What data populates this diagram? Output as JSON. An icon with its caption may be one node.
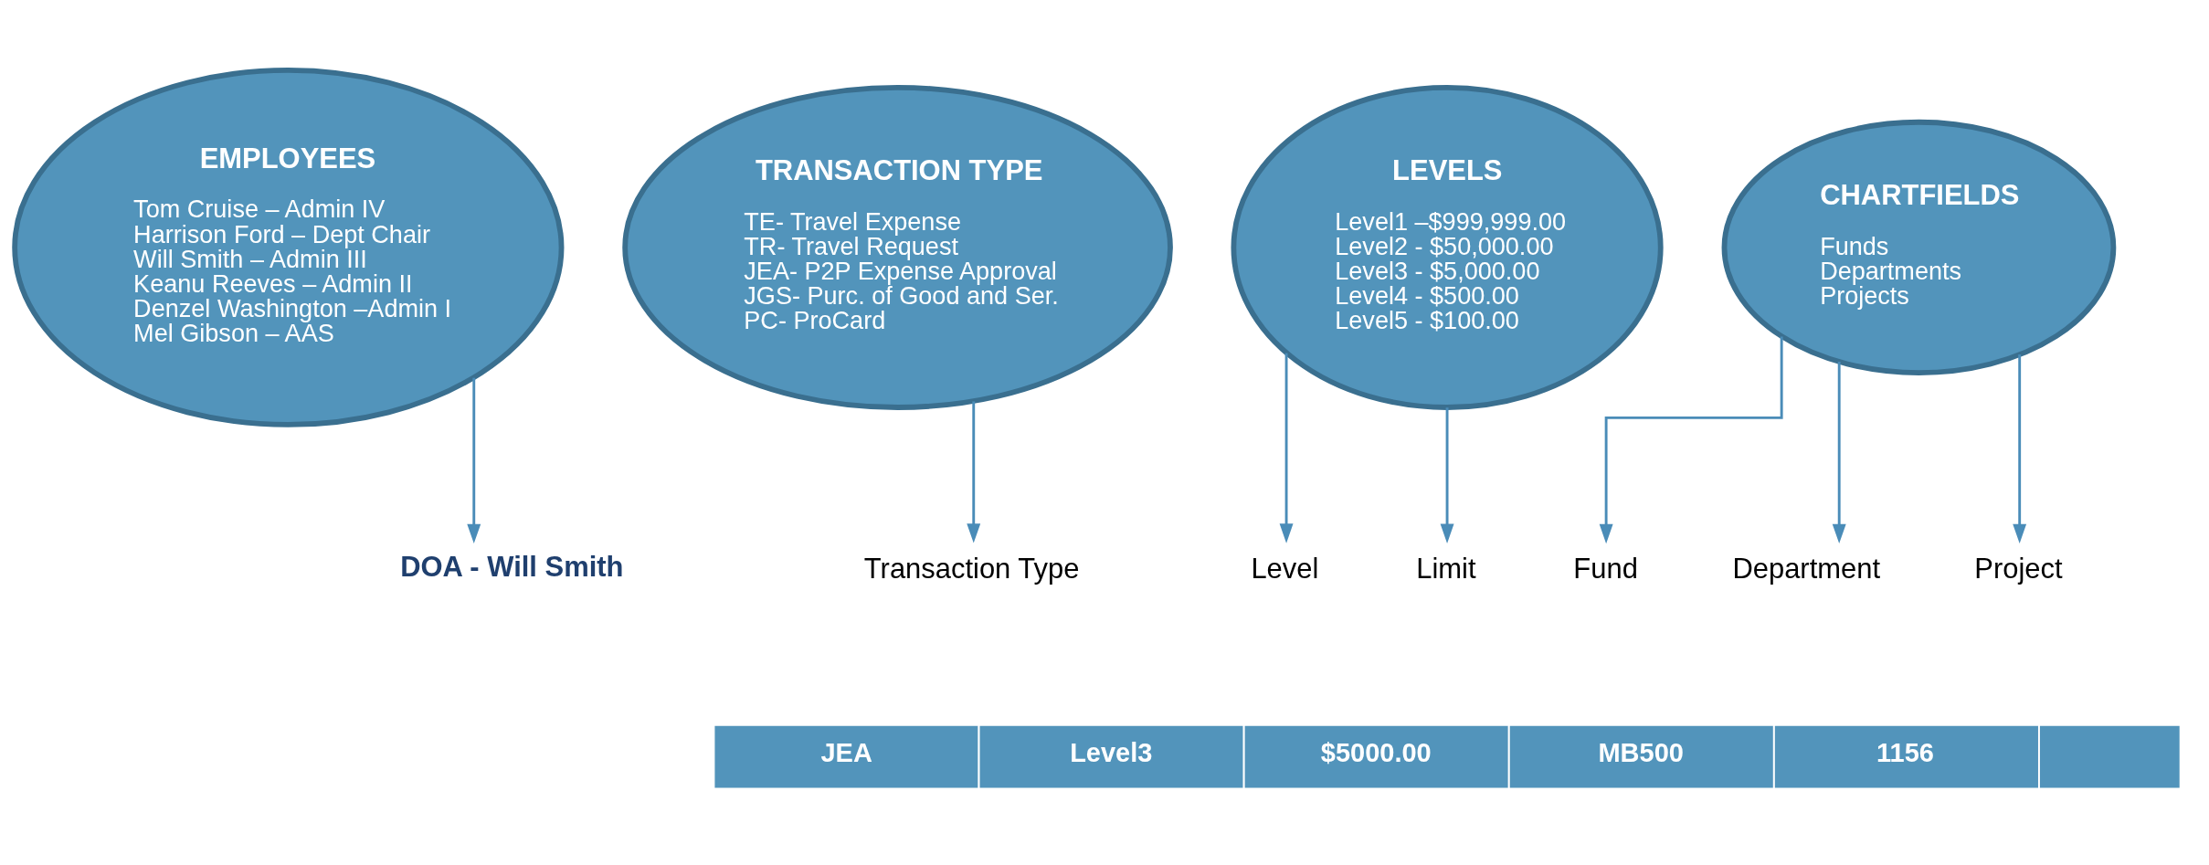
{
  "diagram": {
    "nodes": [
      {
        "text": [
          "EMPLOYEES",
          "Tom Cruise – Admin IV",
          "Harrison Ford – Dept Chair",
          "Will Smith – Admin III",
          "Keanu Reeves – Admin II",
          "Denzel Washington –Admin I",
          "Mel Gibson – AAS"
        ]
      },
      {
        "text": [
          "TRANSACTION TYPE",
          "TE- Travel Expense",
          "TR- Travel Request",
          "JEA- P2P Expense Approval",
          "JGS- Purc. of Good and Ser.",
          "PC- ProCard"
        ]
      },
      {
        "text": [
          "LEVELS",
          "Level1 –$999,999.00",
          "Level2 - $50,000.00",
          "Level3 - $5,000.00",
          "Level4 - $500.00",
          "Level5 - $100.00"
        ]
      },
      {
        "text": [
          "CHARTFIELDS",
          "Funds",
          "Departments",
          "Projects"
        ]
      },
      {
        "text": [
          "DOA - Will Smith"
        ]
      },
      {
        "text": [
          "Transaction Type"
        ]
      },
      {
        "text": [
          "Level"
        ]
      },
      {
        "text": [
          "Limit"
        ]
      },
      {
        "text": [
          "Fund"
        ]
      },
      {
        "text": [
          "Department"
        ]
      },
      {
        "text": [
          "Project"
        ]
      }
    ],
    "edges": [
      {
        "from": 0,
        "to": 4,
        "arrow": "to"
      },
      {
        "from": 1,
        "to": 5,
        "arrow": "to"
      },
      {
        "from": 2,
        "to": 6,
        "arrow": "to"
      },
      {
        "from": 2,
        "to": 7,
        "arrow": "to"
      },
      {
        "from": 3,
        "to": 8,
        "arrow": "to"
      },
      {
        "from": 3,
        "to": 9,
        "arrow": "to"
      },
      {
        "from": 3,
        "to": 10,
        "arrow": "to"
      }
    ],
    "labels": [
      "JEA",
      "Level3",
      "$5000.00",
      "MB500",
      "1156"
    ]
  }
}
